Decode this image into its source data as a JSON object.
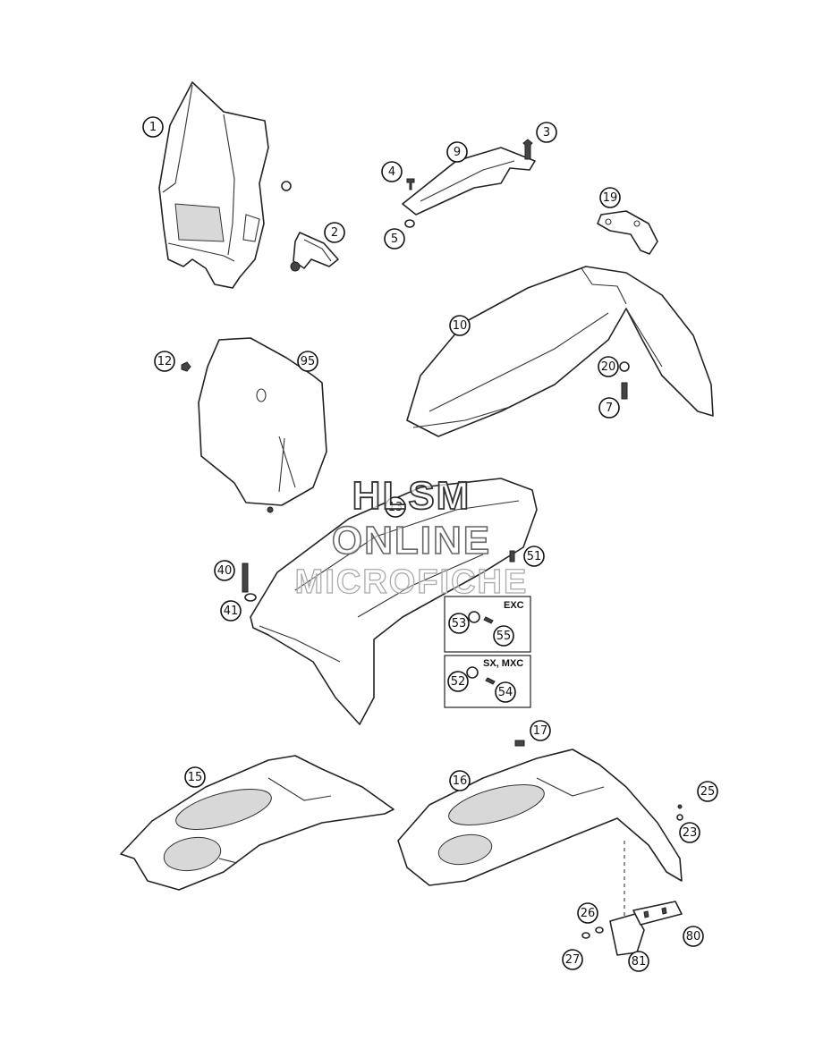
{
  "callouts": [
    {
      "label": "1"
    },
    {
      "label": "2"
    },
    {
      "label": "3"
    },
    {
      "label": "4"
    },
    {
      "label": "5"
    },
    {
      "label": "9"
    },
    {
      "label": "19"
    },
    {
      "label": "10"
    },
    {
      "label": "12"
    },
    {
      "label": "95"
    },
    {
      "label": "20"
    },
    {
      "label": "7"
    },
    {
      "label": "13"
    },
    {
      "label": "51"
    },
    {
      "label": "40"
    },
    {
      "label": "41"
    },
    {
      "label": "53"
    },
    {
      "label": "55"
    },
    {
      "label": "52"
    },
    {
      "label": "54"
    },
    {
      "label": "17"
    },
    {
      "label": "15"
    },
    {
      "label": "16"
    },
    {
      "label": "25"
    },
    {
      "label": "23"
    },
    {
      "label": "26"
    },
    {
      "label": "80"
    },
    {
      "label": "27"
    },
    {
      "label": "81"
    }
  ],
  "variant_boxes": {
    "exc": {
      "label": "EXC"
    },
    "sx_mxc": {
      "label": "SX, MXC"
    }
  },
  "watermark": {
    "line1": "HLSM",
    "line2": "ONLINE",
    "line3": "MICROFICHE"
  }
}
